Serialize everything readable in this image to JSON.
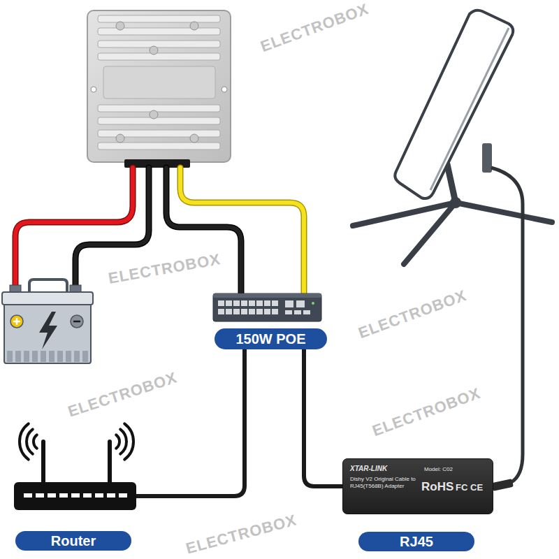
{
  "diagram": {
    "nodes": [
      {
        "text": [
          "150W POE"
        ]
      },
      {
        "text": [
          "Router"
        ]
      },
      {
        "text": [
          "XTAR-LINK",
          "Model: C02",
          "Dishy V2 Original Cable to RJ45(T568B) Adapter",
          "RoHS",
          "FC",
          "CE",
          "RJ45"
        ]
      }
    ],
    "edges": [
      {
        "from": 0,
        "to": 1,
        "arrow": "none"
      },
      {
        "from": 0,
        "to": 2,
        "arrow": "none"
      }
    ],
    "labels": [
      "ELECTROBOX",
      "ELECTROBOX",
      "ELECTROBOX",
      "ELECTROBOX",
      "ELECTROBOX",
      "ELECTROBOX"
    ]
  }
}
